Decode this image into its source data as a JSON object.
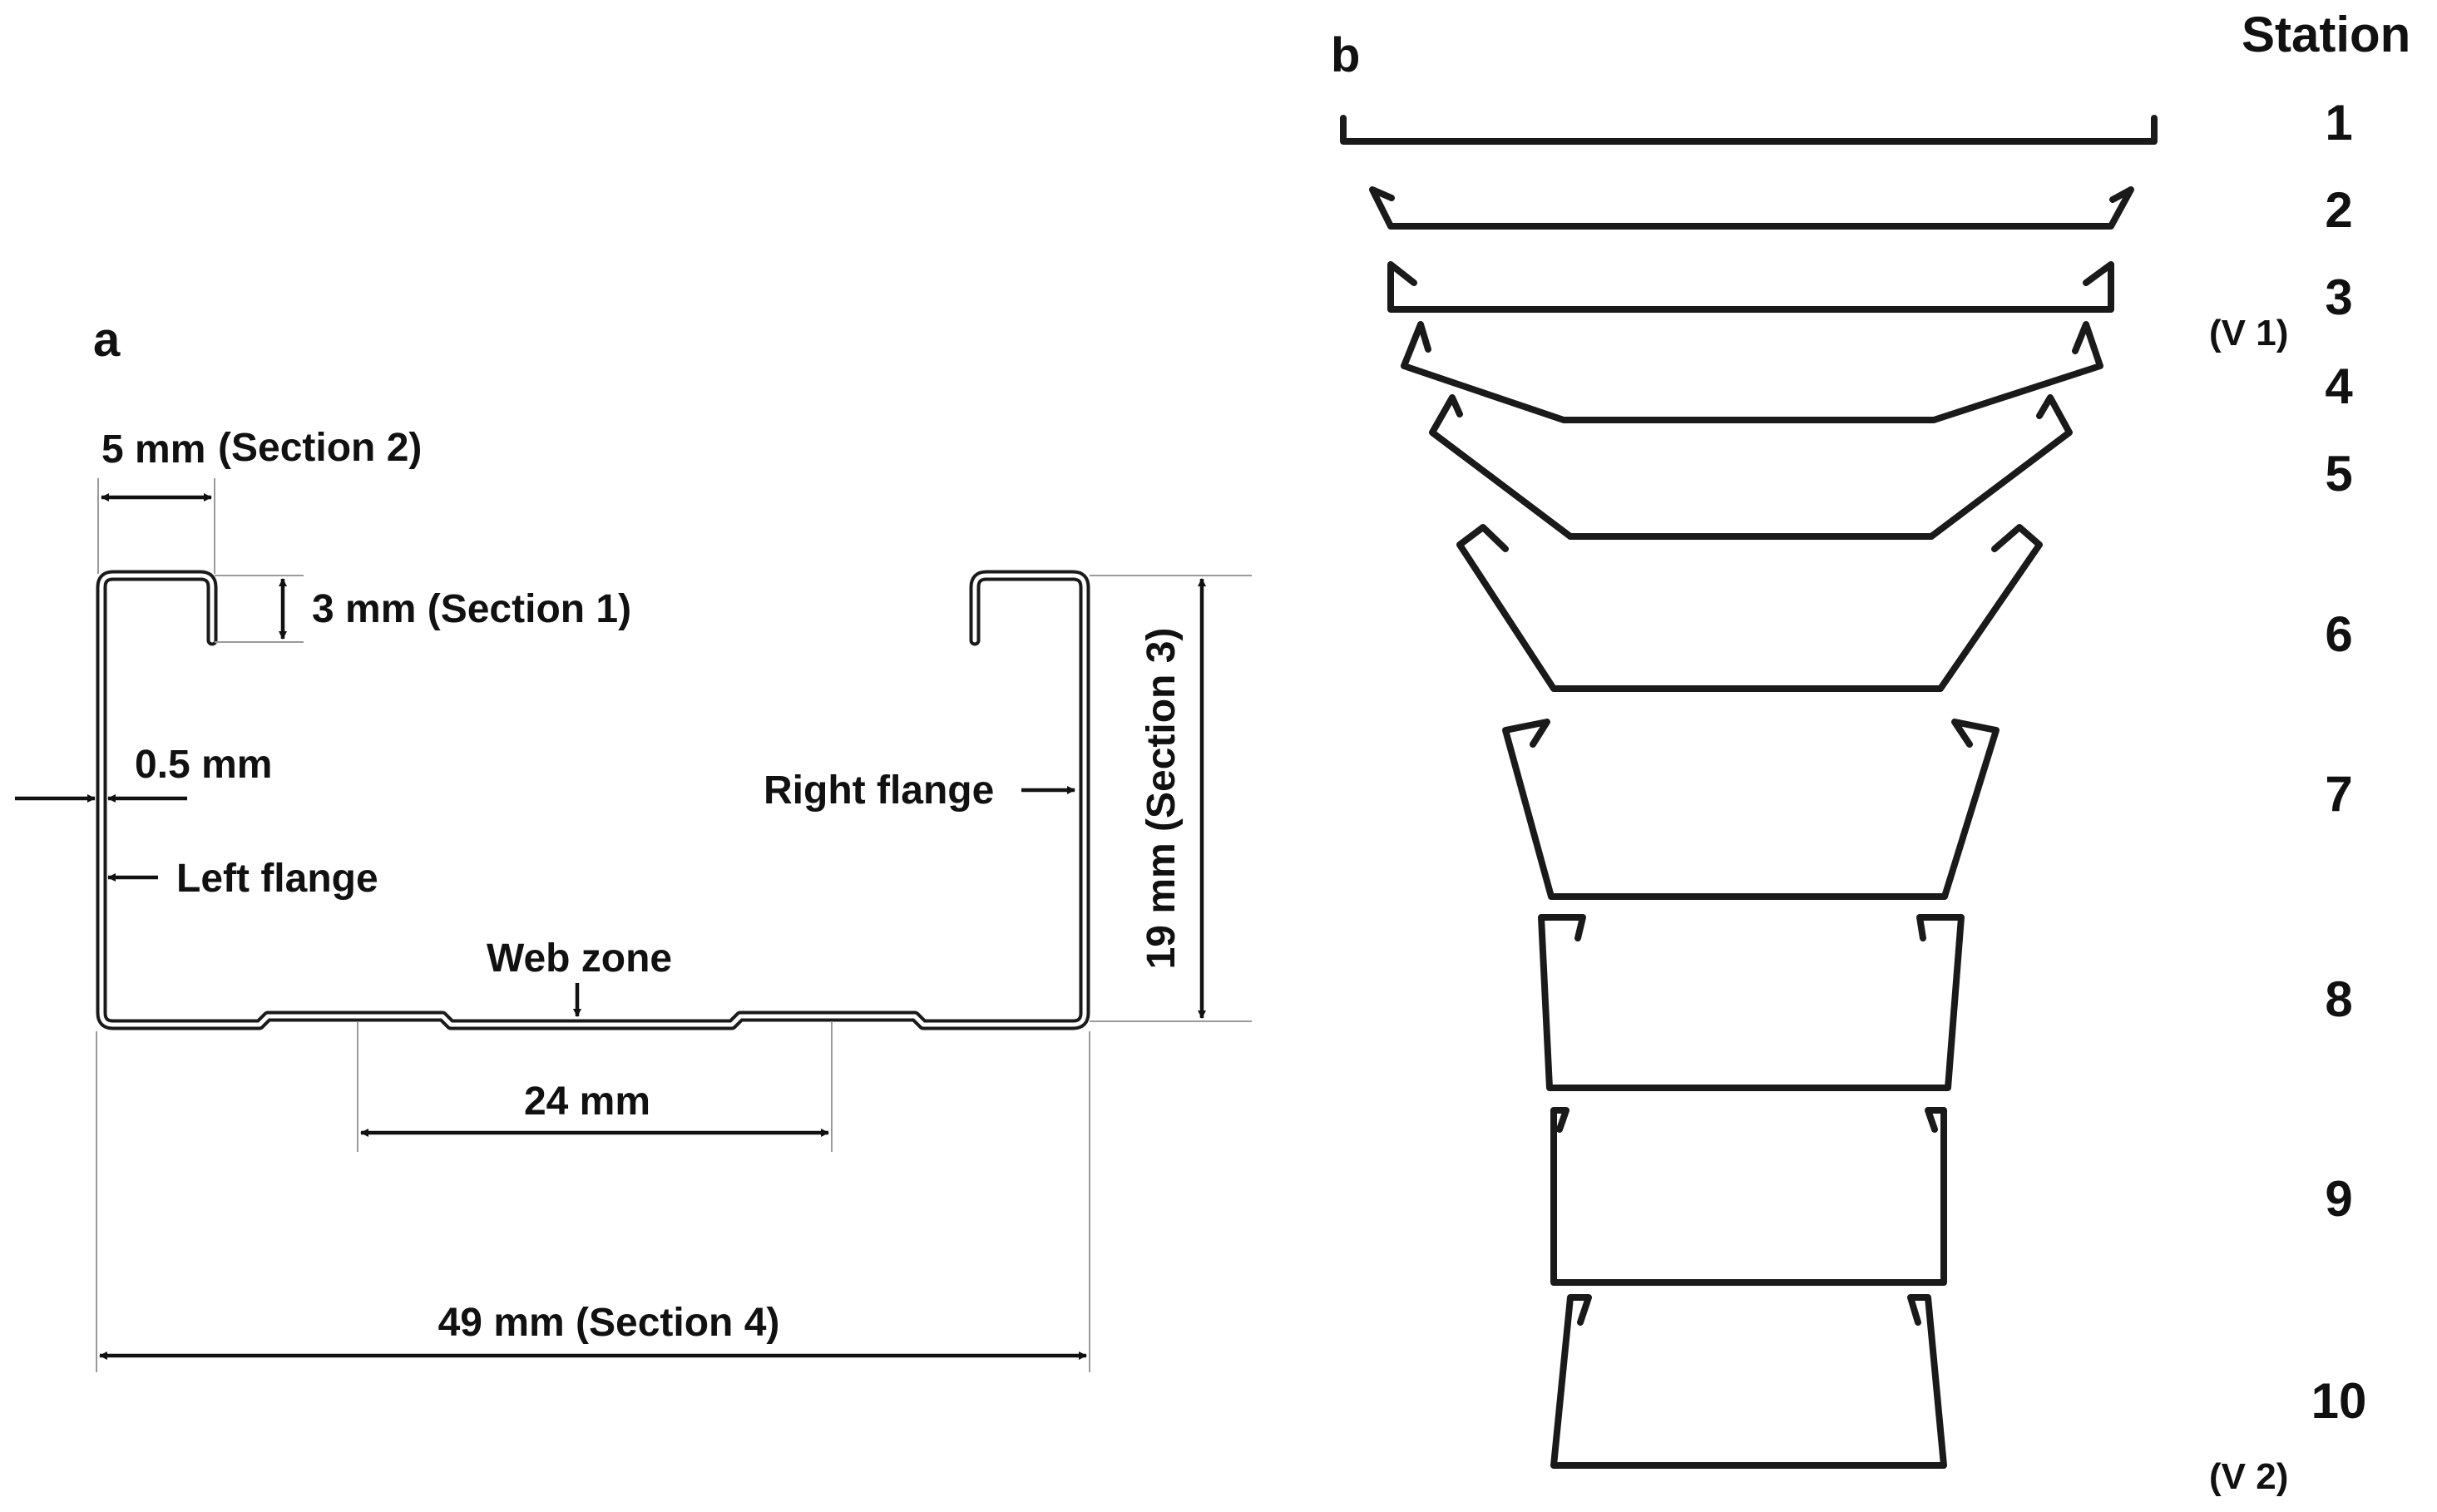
{
  "panel_a": {
    "label": "a",
    "dim_section2": "5 mm",
    "dim_section2_note": "(Section 2)",
    "dim_section1": "3 mm  (Section 1)",
    "thickness": "0.5 mm",
    "left_flange": "Left flange",
    "right_flange": "Right flange",
    "web_zone": "Web zone",
    "dim_24": "24 mm",
    "dim_section3": "19 mm (Section 3)",
    "dim_section4": "49 mm (Section 4)"
  },
  "panel_b": {
    "label": "b",
    "header": "Station",
    "stations": [
      "1",
      "2",
      "3",
      "4",
      "5",
      "6",
      "7",
      "8",
      "9",
      "10"
    ],
    "note_v1": "(V 1)",
    "note_v2": "(V 2)"
  },
  "colors": {
    "line": "#1a1a1a",
    "text": "#111111",
    "background": "#ffffff"
  }
}
